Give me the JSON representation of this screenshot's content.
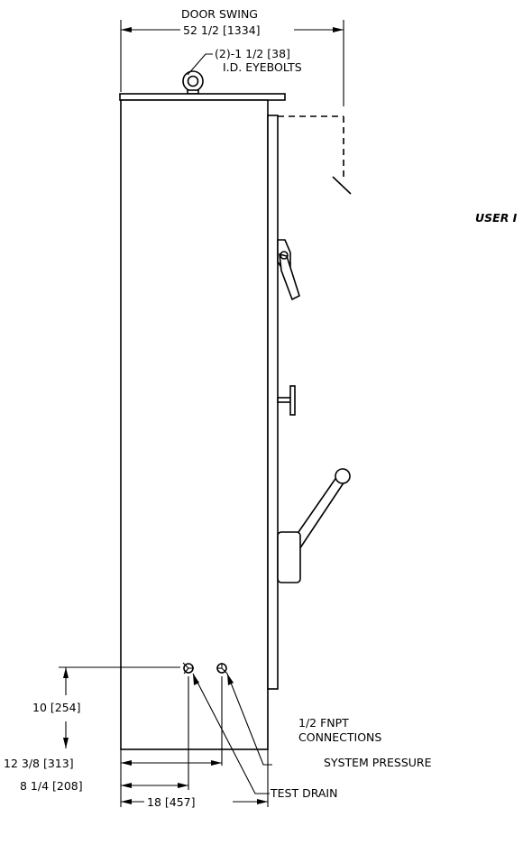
{
  "labels": {
    "door_swing_title": "DOOR SWING",
    "door_swing_dim": "52 1/2 [1334]",
    "eyebolts_qty": "(2)-1 1/2 [38]",
    "eyebolts_desc": "I.D. EYEBOLTS",
    "user_partial": "USER I",
    "dim_10": "10 [254]",
    "fnpt_line1": "1/2 FNPT",
    "fnpt_line2": "CONNECTIONS",
    "system_pressure": "SYSTEM PRESSURE",
    "dim_8_1_4": "8 1/4 [208]",
    "test_drain": "TEST DRAIN",
    "dim_12_3_8": "12 3/8 [313]",
    "dim_18": "18 [457]"
  },
  "colors": {
    "line": "#000000",
    "background": "#ffffff"
  }
}
